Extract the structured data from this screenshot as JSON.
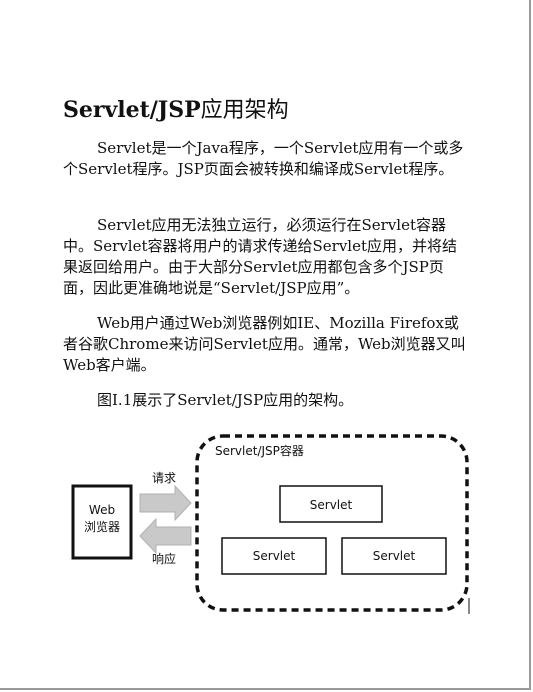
{
  "heading": {
    "latin": "Servlet/JSP",
    "cn": "应用架构"
  },
  "paragraphs": [
    "Servlet是一个Java程序，一个Servlet应用有一个或多个Servlet程序。JSP页面会被转换和编译成Servlet程序。",
    "Servlet应用无法独立运行，必须运行在Servlet容器中。Servlet容器将用户的请求传递给Servlet应用，并将结果返回给用户。由于大部分Servlet应用都包含多个JSP页面，因此更准确地说是“Servlet/JSP应用”。",
    "Web用户通过Web浏览器例如IE、Mozilla Firefox或者谷歌Chrome来访问Servlet应用。通常，Web浏览器又叫Web客户端。",
    "图I.1展示了Servlet/JSP应用的架构。"
  ],
  "diagram": {
    "container_label": "Servlet/JSP容器",
    "browser_line1": "Web",
    "browser_line2": "浏览器",
    "request_label": "请求",
    "response_label": "响应",
    "servlet_top": "Servlet",
    "servlet_left": "Servlet",
    "servlet_right": "Servlet"
  }
}
